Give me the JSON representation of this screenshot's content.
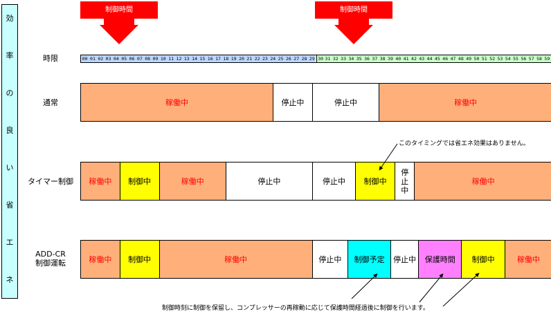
{
  "vertical_title": [
    "効",
    "率",
    "の",
    "良",
    "い",
    "省",
    "エ",
    "ネ"
  ],
  "control_marker_label": "制御時間",
  "timeline_label": "時限",
  "minutes": [
    "00",
    "01",
    "02",
    "03",
    "04",
    "05",
    "06",
    "07",
    "08",
    "09",
    "10",
    "11",
    "12",
    "13",
    "14",
    "15",
    "16",
    "17",
    "18",
    "19",
    "20",
    "21",
    "22",
    "23",
    "24",
    "25",
    "26",
    "27",
    "28",
    "29",
    "30",
    "31",
    "32",
    "33",
    "34",
    "35",
    "36",
    "37",
    "38",
    "39",
    "40",
    "41",
    "42",
    "43",
    "44",
    "45",
    "46",
    "47",
    "48",
    "49",
    "50",
    "51",
    "52",
    "53",
    "54",
    "55",
    "56",
    "57",
    "58",
    "59"
  ],
  "colors": {
    "operating": "#ffb07a",
    "control": "#ffff00",
    "stopped": "#ffffff",
    "scheduled": "#00ffff",
    "protection": "#ff80ff",
    "timeline_first_half": "#bcd6ff",
    "timeline_second_half": "#c8ffc8",
    "marker": "#ff0000",
    "operating_text": "#ff0000"
  },
  "rows": [
    {
      "label": "通常",
      "segments": [
        {
          "type": "operating",
          "text": "稼働中",
          "start": 0,
          "end": 24.5
        },
        {
          "type": "stopped",
          "text": "停止中",
          "start": 24.5,
          "end": 29.5
        },
        {
          "type": "stopped",
          "text": "停止中",
          "start": 29.5,
          "end": 38
        },
        {
          "type": "operating",
          "text": "稼働中",
          "start": 38,
          "end": 60
        }
      ]
    },
    {
      "label": "タイマー制御",
      "segments": [
        {
          "type": "operating",
          "text": "稼働中",
          "start": 0,
          "end": 5
        },
        {
          "type": "control",
          "text": "制御中",
          "start": 5,
          "end": 10
        },
        {
          "type": "operating",
          "text": "稼働中",
          "start": 10,
          "end": 18.5
        },
        {
          "type": "stopped",
          "text": "停止中",
          "start": 18.5,
          "end": 29.5
        },
        {
          "type": "stopped",
          "text": "停止中",
          "start": 29.5,
          "end": 35
        },
        {
          "type": "control",
          "text": "制御中",
          "start": 35,
          "end": 40
        },
        {
          "type": "stopped",
          "text": "停止中",
          "start": 40,
          "end": 42.5,
          "vertical": true
        },
        {
          "type": "operating",
          "text": "稼働中",
          "start": 42.5,
          "end": 60
        }
      ]
    },
    {
      "label": "ADD-CR\n制御運転",
      "segments": [
        {
          "type": "operating",
          "text": "稼働中",
          "start": 0,
          "end": 5
        },
        {
          "type": "control",
          "text": "制御中",
          "start": 5,
          "end": 10
        },
        {
          "type": "operating",
          "text": "稼働中",
          "start": 10,
          "end": 29.5
        },
        {
          "type": "stopped",
          "text": "停止中",
          "start": 29.5,
          "end": 34
        },
        {
          "type": "scheduled",
          "text": "制御予定",
          "start": 34,
          "end": 39.5
        },
        {
          "type": "stopped",
          "text": "停止中",
          "start": 39.5,
          "end": 43
        },
        {
          "type": "protection",
          "text": "保護時間",
          "start": 43,
          "end": 48.5
        },
        {
          "type": "control",
          "text": "制御中",
          "start": 48.5,
          "end": 54
        },
        {
          "type": "operating",
          "text": "稼働中",
          "start": 54,
          "end": 60
        }
      ]
    }
  ],
  "note_timer": "このタイミングでは省エネ効果はありません。",
  "note_addcr": "制御時刻に制御を保留し、コンプレッサーの再稼動に応じて保護時間経過後に制御を行います。"
}
